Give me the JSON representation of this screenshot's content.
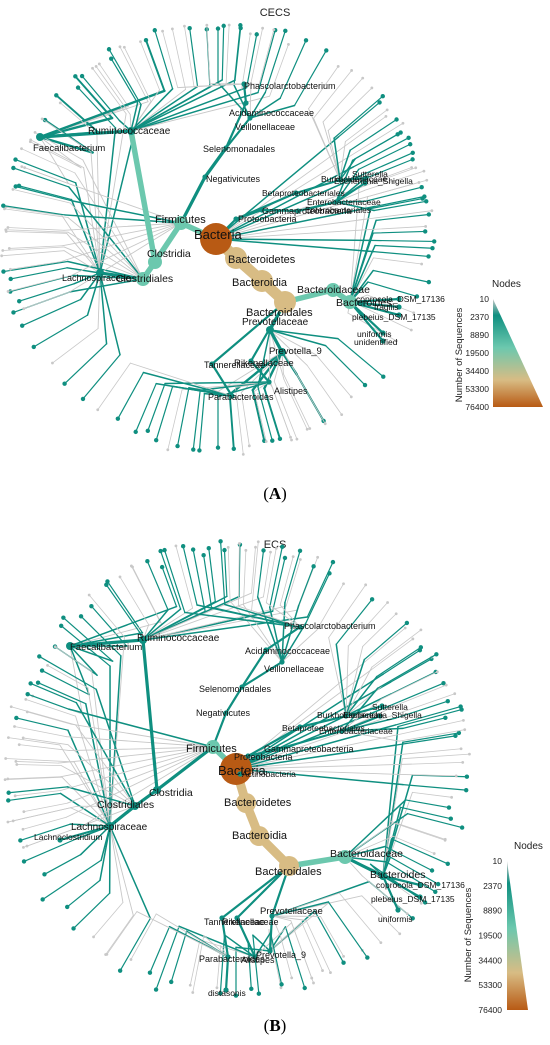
{
  "legend": {
    "title": "Nodes",
    "axis_label": "Number of Sequences",
    "ticks": [
      "10",
      "2370",
      "8890",
      "19500",
      "34400",
      "53300",
      "76400"
    ]
  },
  "colors": {
    "low": "#c8c8c8",
    "teal": "#0f8f80",
    "mint": "#6cc8ae",
    "sand": "#d8bc84",
    "high": "#b85a14"
  },
  "panels": [
    {
      "id": "A",
      "title": "CECS",
      "label": "A",
      "nodes": [
        {
          "key": "bacteria",
          "label": "Bacteria",
          "level": 6
        },
        {
          "key": "firmicutes",
          "label": "Firmicutes",
          "level": 3
        },
        {
          "key": "bacteroidetes",
          "label": "Bacteroidetes",
          "level": 5
        },
        {
          "key": "bacteroidia",
          "label": "Bacteroidia",
          "level": 5
        },
        {
          "key": "bacteroidales",
          "label": "Bacteroidales",
          "level": 5
        },
        {
          "key": "bacteroidaceae",
          "label": "Bacteroidaceae",
          "level": 3
        },
        {
          "key": "bacteroides",
          "label": "Bacteroides",
          "level": 3
        },
        {
          "key": "clostridia",
          "label": "Clostridia",
          "level": 3
        },
        {
          "key": "clostridiales",
          "label": "Clostridiales",
          "level": 3
        },
        {
          "key": "lachnospiraceae",
          "label": "Lachnospiraceae",
          "level": 2
        },
        {
          "key": "ruminococcaceae",
          "label": "Ruminococcaceae",
          "level": 2
        },
        {
          "key": "faecalibacterium",
          "label": "Faecalibacterium",
          "level": 2
        },
        {
          "key": "negativicutes",
          "label": "Negativicutes",
          "level": 1
        },
        {
          "key": "selenomonadales",
          "label": "Selenomonadales",
          "level": 1
        },
        {
          "key": "veillonellaceae",
          "label": "Veillonellaceae",
          "level": 1
        },
        {
          "key": "acidaminococcaceae",
          "label": "Acidaminococcaceae",
          "level": 1
        },
        {
          "key": "phascolarctobacterium",
          "label": "Phascolarctobacterium",
          "level": 1
        },
        {
          "key": "proteobacteria",
          "label": "Proteobacteria",
          "level": 1
        },
        {
          "key": "gammaproteobacteria",
          "label": "Gammaproteobacteria",
          "level": 1
        },
        {
          "key": "enterobacteriales",
          "label": "Enterobacteriales",
          "level": 1
        },
        {
          "key": "enterobacteriaceae",
          "label": "Enterobacteriaceae",
          "level": 1
        },
        {
          "key": "betaproteobacteriales",
          "label": "Betaproteobacteriales",
          "level": 1
        },
        {
          "key": "burkholderiaceae",
          "label": "Burkholderiaceae",
          "level": 1
        },
        {
          "key": "sutterella",
          "label": "Sutterella",
          "level": 1
        },
        {
          "key": "escherichia",
          "label": "Escherichia_Shigella",
          "level": 1
        },
        {
          "key": "coprocola",
          "label": "coprocola_DSM_17136",
          "level": 1
        },
        {
          "key": "fragilis",
          "label": "fragilis",
          "level": 1
        },
        {
          "key": "plebeius",
          "label": "plebeius_DSM_17135",
          "level": 1
        },
        {
          "key": "uniformis",
          "label": "uniformis",
          "level": 1
        },
        {
          "key": "unidentified",
          "label": "unidentified",
          "level": 1
        },
        {
          "key": "prevotellaceae",
          "label": "Prevotellaceae",
          "level": 2
        },
        {
          "key": "prevotella9",
          "label": "Prevotella_9",
          "level": 2
        },
        {
          "key": "rikenellaceae",
          "label": "Rikenellaceae",
          "level": 1
        },
        {
          "key": "tannerellaceae",
          "label": "Tannerellaceae",
          "level": 1
        },
        {
          "key": "alistipes",
          "label": "Alistipes",
          "level": 1
        },
        {
          "key": "parabacteroides",
          "label": "Parabacteroides",
          "level": 1
        }
      ]
    },
    {
      "id": "B",
      "title": "ECS",
      "label": "B",
      "nodes": [
        {
          "key": "bacteria",
          "label": "Bacteria",
          "level": 6
        },
        {
          "key": "firmicutes",
          "label": "Firmicutes",
          "level": 3
        },
        {
          "key": "bacteroidetes",
          "label": "Bacteroidetes",
          "level": 4
        },
        {
          "key": "bacteroidia",
          "label": "Bacteroidia",
          "level": 4
        },
        {
          "key": "bacteroidales",
          "label": "Bacteroidales",
          "level": 4
        },
        {
          "key": "bacteroidaceae",
          "label": "Bacteroidaceae",
          "level": 3
        },
        {
          "key": "bacteroides",
          "label": "Bacteroides",
          "level": 2
        },
        {
          "key": "clostridia",
          "label": "Clostridia",
          "level": 2
        },
        {
          "key": "clostridiales",
          "label": "Clostridiales",
          "level": 2
        },
        {
          "key": "lachnospiraceae",
          "label": "Lachnospiraceae",
          "level": 2
        },
        {
          "key": "lachnoclostridium",
          "label": "Lachnoclostridium",
          "level": 1
        },
        {
          "key": "ruminococcaceae",
          "label": "Ruminococcaceae",
          "level": 2
        },
        {
          "key": "faecalibacterium",
          "label": "Faecalibacterium",
          "level": 2
        },
        {
          "key": "negativicutes",
          "label": "Negativicutes",
          "level": 1
        },
        {
          "key": "selenomonadales",
          "label": "Selenomonadales",
          "level": 1
        },
        {
          "key": "veillonellaceae",
          "label": "Veillonellaceae",
          "level": 1
        },
        {
          "key": "acidaminococcaceae",
          "label": "Acidaminococcaceae",
          "level": 1
        },
        {
          "key": "phascolarctobacterium",
          "label": "Phascolarctobacterium",
          "level": 1
        },
        {
          "key": "proteobacteria",
          "label": "Proteobacteria",
          "level": 1
        },
        {
          "key": "gammaproteobacteria",
          "label": "Gammaproteobacteria",
          "level": 1
        },
        {
          "key": "actinobacteria",
          "label": "Actinobacteria",
          "level": 1
        },
        {
          "key": "enterobacteriaceae",
          "label": "Enterobacteriaceae",
          "level": 1
        },
        {
          "key": "betaproteobacteriales",
          "label": "Betaproteobacteriales",
          "level": 1
        },
        {
          "key": "burkholderiaceae",
          "label": "Burkholderiaceae",
          "level": 1
        },
        {
          "key": "sutterella",
          "label": "Sutterella",
          "level": 1
        },
        {
          "key": "escherichia",
          "label": "Escherichia_Shigella",
          "level": 1
        },
        {
          "key": "coprocola",
          "label": "coprocola_DSM_17136",
          "level": 1
        },
        {
          "key": "plebeius",
          "label": "plebeius_DSM_17135",
          "level": 1
        },
        {
          "key": "uniformis",
          "label": "uniformis",
          "level": 1
        },
        {
          "key": "prevotellaceae",
          "label": "Prevotellaceae",
          "level": 1
        },
        {
          "key": "prevotella9",
          "label": "Prevotella_9",
          "level": 1
        },
        {
          "key": "rikenellaceae",
          "label": "Rikenellaceae",
          "level": 1
        },
        {
          "key": "tannerellaceae",
          "label": "Tannerellaceae",
          "level": 1
        },
        {
          "key": "alistipes",
          "label": "Alistipes",
          "level": 1
        },
        {
          "key": "parabacteroides",
          "label": "Parabacteroides",
          "level": 1
        },
        {
          "key": "distasonis",
          "label": "distasonis",
          "level": 1
        }
      ]
    }
  ]
}
